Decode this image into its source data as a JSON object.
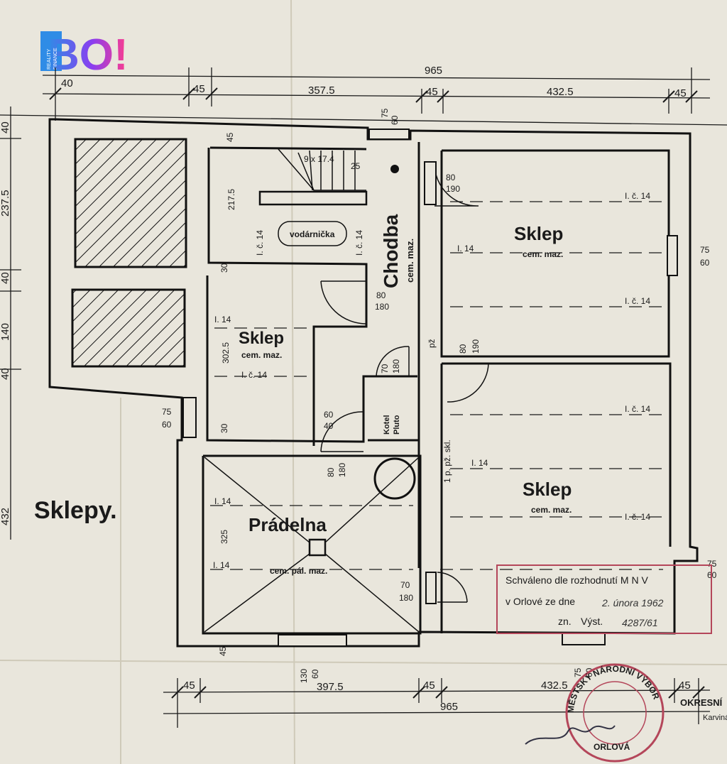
{
  "logo": {
    "letters": "BO!",
    "small_line1": "REALITY",
    "small_line2": "FINANCE",
    "colors": {
      "primary": "#2f8ce6",
      "secondary": "#8a3ef0",
      "accent": "#ff3d8b"
    }
  },
  "dimensions": {
    "top_total": "965",
    "top_left": "40",
    "top_45a": "45",
    "top_mid": "357.5",
    "top_45b": "45",
    "top_right": "432.5",
    "top_45c": "45",
    "bottom_45a": "45",
    "bottom_left": "397.5",
    "bottom_45b": "45",
    "bottom_right": "432.5",
    "bottom_45c": "45",
    "bottom_total": "965",
    "left_40": "40",
    "left_237": "237.5",
    "left_40b": "40",
    "left_140": "140",
    "left_40c": "40",
    "left_432": "432"
  },
  "rooms": {
    "chodba": {
      "name": "Chodba",
      "floor": "cem. maz."
    },
    "sklep_top_right": {
      "name": "Sklep",
      "floor": "cem. maz."
    },
    "sklep_center": {
      "name": "Sklep",
      "floor": "cem. maz."
    },
    "sklep_bottom_right": {
      "name": "Sklep",
      "floor": "cem. maz."
    },
    "pradelna": {
      "name": "Prádelna",
      "floor": "cem. pál. maz."
    },
    "sklepy": {
      "name": "Sklepy."
    },
    "kotel": {
      "name_line1": "Kotel",
      "name_line2": "Pluto"
    },
    "vodarnicka": {
      "name": "vodárnička"
    }
  },
  "annotations": {
    "stairs": "9 x 17.4",
    "stairs_25": "25",
    "heights": [
      "217.5",
      "302.5",
      "325"
    ],
    "opening_75_60": [
      "75",
      "60"
    ],
    "door_80_190": [
      "80",
      "190"
    ],
    "door_80_180": [
      "80",
      "180"
    ],
    "door_70_180": [
      "70",
      "180"
    ],
    "door_60_40": [
      "60",
      "40"
    ],
    "window_130_60": [
      "130",
      "60"
    ],
    "vent_30": "30",
    "ioc14": "I. č. 14",
    "pz": "pž",
    "pz_skl": "1 p. pž. skl.",
    "i14": "I. 14"
  },
  "stamp": {
    "line1": "Schváleno dle rozhodnutí M N V",
    "line2_prefix": "v Orlové ze dne",
    "line2_date": "2. února 1962",
    "line3_prefix": "zn.",
    "line3_mid": "Výst.",
    "line3_number": "4287/61",
    "color": "#b4465a"
  },
  "seal": {
    "ring_text": "MĚSTSKÝ NÁRODNÍ VÝBOR",
    "bottom_text": "ORLOVÁ",
    "side_text_1": "OKRESNÍ",
    "side_text_2": "Karviná"
  }
}
